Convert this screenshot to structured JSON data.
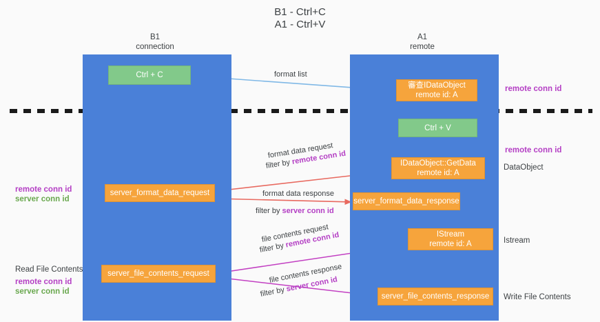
{
  "title": {
    "line1": "B1 - Ctrl+C",
    "line2": "A1 - Ctrl+V"
  },
  "columns": [
    {
      "name": "B1",
      "sub": "connection"
    },
    {
      "name": "A1",
      "sub": "remote"
    }
  ],
  "nodes": {
    "ctrl_c": {
      "label": "Ctrl + C"
    },
    "ctrl_v": {
      "label": "Ctrl + V"
    },
    "idataobject": {
      "line1": "審查IDataObject",
      "line2": "remote id: A"
    },
    "getdata": {
      "line1": "IDataObject::GetData",
      "line2": "remote id: A"
    },
    "istream": {
      "line1": "IStream",
      "line2": "remote id: A"
    },
    "server_format_data_request": {
      "label": "server_format_data_request"
    },
    "server_format_data_response": {
      "label": "server_format_data_response"
    },
    "server_file_contents_request": {
      "label": "server_file_contents_request"
    },
    "server_file_contents_response": {
      "label": "server_file_contents_response"
    }
  },
  "edge_labels": {
    "format_list": "format list",
    "format_data_request": "format data request",
    "format_data_request_filter_prefix": "filter by ",
    "format_data_request_filter_key": "remote conn id",
    "format_data_response": "format data response",
    "format_data_response_filter_prefix": "filter by ",
    "format_data_response_filter_key": "server conn id",
    "file_contents_request": "file contents request",
    "file_contents_request_filter_prefix": "filter by ",
    "file_contents_request_filter_key": "remote conn id",
    "file_contents_response": "file contents response",
    "file_contents_response_filter_prefix": "filter by ",
    "file_contents_response_filter_key": "server conn id"
  },
  "side_labels": {
    "right_remote_conn_id_top": "remote conn id",
    "right_remote_conn_id_mid": "remote conn id",
    "right_dataobject": "DataObject",
    "right_istream": "Istream",
    "right_write_file_contents": "Write File Contents",
    "left_remote_conn_id": "remote conn id",
    "left_server_conn_id": "server conn id",
    "left_read_file_contents": "Read File Contents",
    "left_remote_conn_id_2": "remote conn id",
    "left_server_conn_id_2": "server conn id"
  },
  "colors": {
    "column": "#4a80d8",
    "green_node": "#82c98a",
    "orange_node": "#f6a43c",
    "arrow_blue": "#7fb8e6",
    "arrow_red": "#e8695f",
    "arrow_magenta": "#c23fc2",
    "arrow_black": "#1a1a1a",
    "highlight_purple": "#b43fc4",
    "highlight_green": "#6aa84f",
    "divider": "#1a1a1a"
  }
}
